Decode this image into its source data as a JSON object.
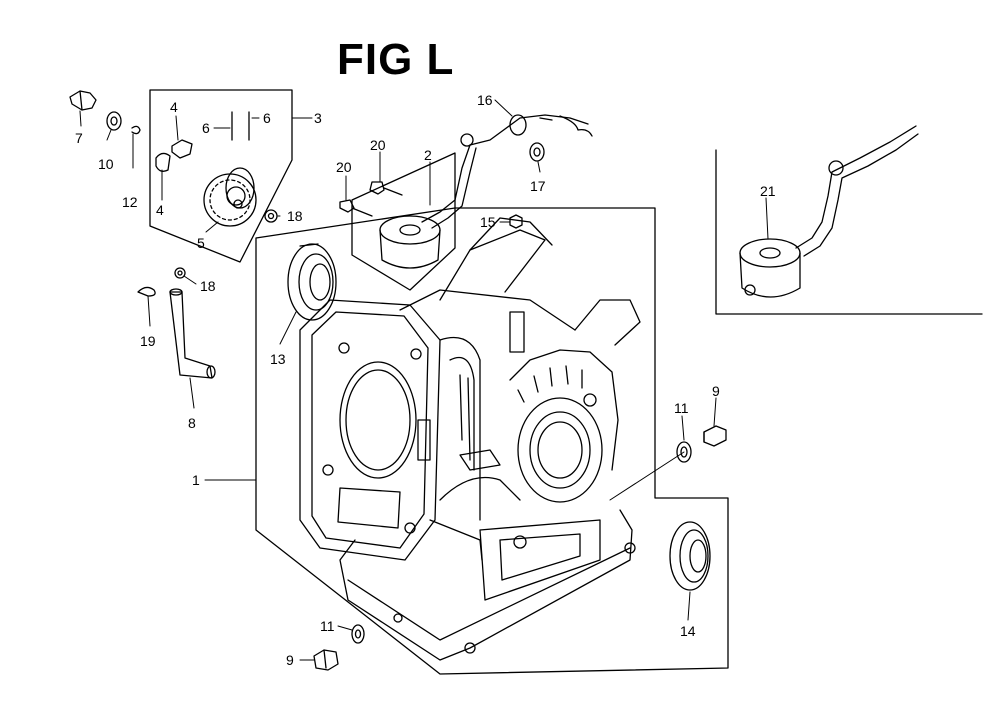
{
  "title": "FIG L",
  "callouts": {
    "p1": "1",
    "p2": "2",
    "p3": "3",
    "p4a": "4",
    "p4b": "4",
    "p5": "5",
    "p6a": "6",
    "p6b": "6",
    "p7": "7",
    "p8": "8",
    "p9a": "9",
    "p9b": "9",
    "p10": "10",
    "p11a": "11",
    "p11b": "11",
    "p12": "12",
    "p13": "13",
    "p14": "14",
    "p15": "15",
    "p16": "16",
    "p17": "17",
    "p18a": "18",
    "p18b": "18",
    "p19": "19",
    "p20a": "20",
    "p20b": "20",
    "p21": "21"
  },
  "colors": {
    "line": "#000000",
    "background": "#ffffff"
  }
}
